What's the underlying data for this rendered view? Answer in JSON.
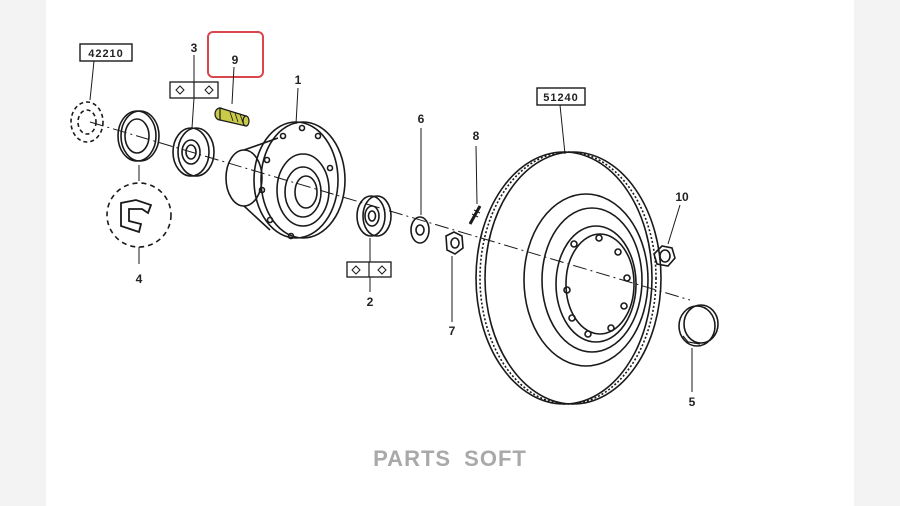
{
  "diagram": {
    "group_labels": {
      "left": "42210",
      "right": "51240"
    },
    "callouts": {
      "c1": "1",
      "c2": "2",
      "c3": "3",
      "c4": "4",
      "c5": "5",
      "c6": "6",
      "c7": "7",
      "c8": "8",
      "c9": "9",
      "c10": "10"
    },
    "highlight_color": "#d9474c",
    "stud_color": "#c9c94a"
  },
  "watermark": "PARTS SOFT"
}
